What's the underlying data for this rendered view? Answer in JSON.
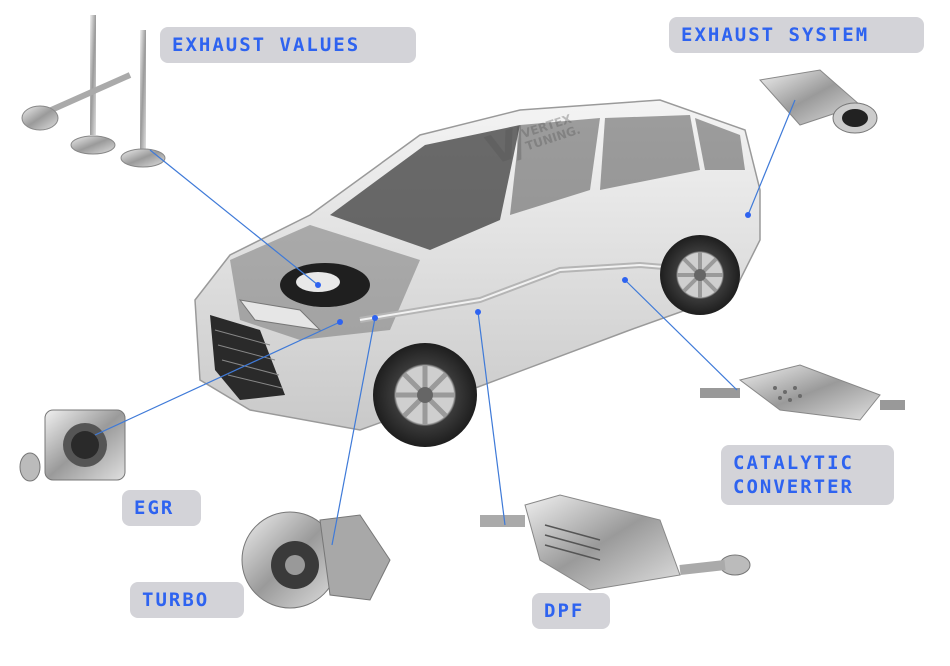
{
  "labels": {
    "exhaust_valves": "EXHAUST VALUES",
    "exhaust_system": "EXHAUST SYSTEM",
    "catalytic_converter": "CATALYTIC\nCONVERTER",
    "egr": "EGR",
    "turbo": "TURBO",
    "dpf": "DPF"
  },
  "watermark": {
    "line1": "VERTEX",
    "line2": "TUNING."
  },
  "colors": {
    "label_text": "#2e63f0",
    "label_bg": "#d3d3d8",
    "leader_line": "#3f7ad8"
  }
}
